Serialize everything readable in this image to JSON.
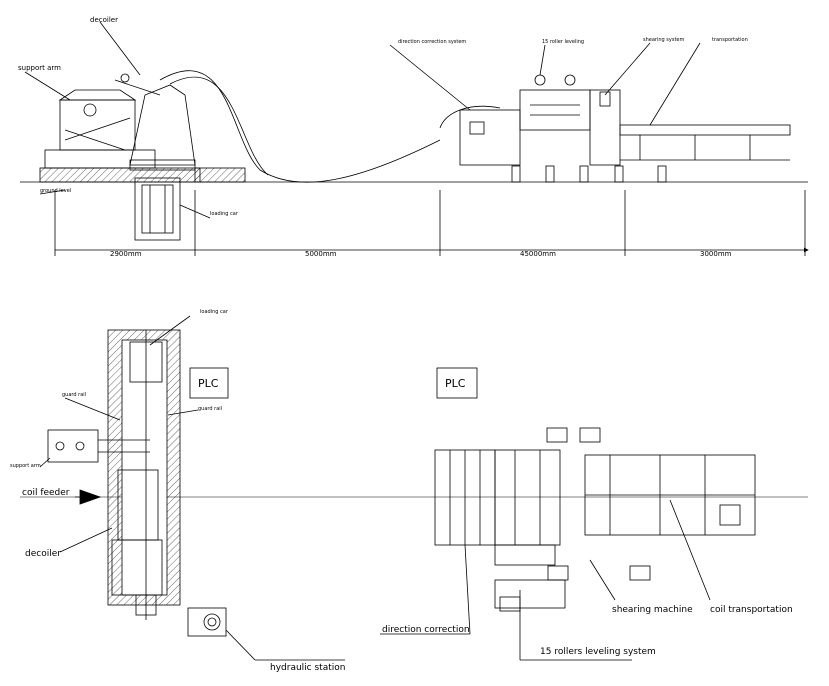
{
  "side_view": {
    "labels": {
      "decoiler": "decoiler",
      "support_arm": "support arm",
      "ground_level": "ground level",
      "loading_car": "loading car",
      "direction_correction_system": "direction correction system",
      "roller_leveling": "15 roller leveling",
      "shearing_system": "shearing system",
      "transportation": "transportation"
    },
    "dimensions": [
      "2900mm",
      "5000mm",
      "45000mm",
      "3000mm"
    ]
  },
  "top_view": {
    "labels": {
      "loading_car": "loading car",
      "guard_rail_left": "guard rail",
      "guard_rail_right": "guard rail",
      "support_arm": "support arm",
      "coil_feeder": "coil feeder",
      "decoiler": "decoiler",
      "hydraulic_station": "hydraulic station",
      "direction_correction": "direction correction",
      "rollers_leveling_system": "15 rollers leveling system",
      "shearing_machine": "shearing machine",
      "coil_transportation": "coil transportation"
    },
    "plc_boxes": [
      "PLC",
      "PLC"
    ]
  },
  "colors": {
    "line": "#000000",
    "background": "#ffffff"
  }
}
